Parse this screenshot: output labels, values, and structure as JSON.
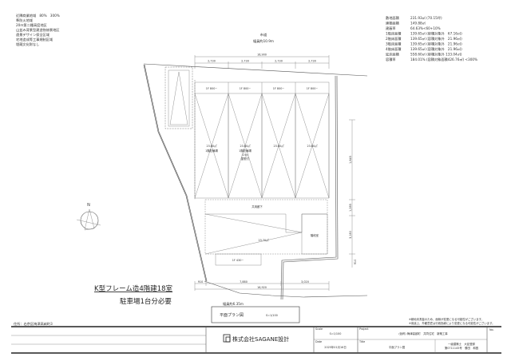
{
  "zoning": [
    "近隣商業地域　80%　300%",
    "準防火地域",
    "20m第二種高度地区",
    "山並み背景型建造物修景地区",
    "遠景デザイン保全区域",
    "宅地造成等工事規制区域",
    "埋蔵文化財なし"
  ],
  "areas": [
    {
      "label": "敷地面積",
      "value": "231.93㎡ (70.15坪)"
    },
    {
      "label": "建築面積",
      "value": "149.88㎡"
    },
    {
      "label": "建蔽率",
      "value": "64.63%<60+10%"
    },
    {
      "label": "1階床面積",
      "value": "139.65㎡ (容積対象外　67.16㎡)"
    },
    {
      "label": "2階床面積",
      "value": "139.65㎡ (容積対象外　21.96㎡)"
    },
    {
      "label": "3階床面積",
      "value": "139.65㎡ (容積対象外　21.96㎡)"
    },
    {
      "label": "4階床面積",
      "value": "139.65㎡ (容積対象外　21.96㎡)"
    },
    {
      "label": "延床面積",
      "value": "558.60㎡ (容積対象外 133.04㎡)"
    },
    {
      "label": "容積率",
      "value": "184.01% (容積対象面積426.76㎡) <300%"
    }
  ],
  "road_top": {
    "name": "市道",
    "width": "幅員約10.9m"
  },
  "road_bottom": {
    "width": "幅員約6.35m"
  },
  "dims": {
    "total_top": "16,900",
    "bays": [
      "2,730",
      "2,730",
      "2,730",
      "2,730"
    ],
    "bottom_left": "910",
    "bottom_mid": "7,880",
    "bottom_right": "3,020",
    "bottom_total": "16,920",
    "right": [
      "1,645",
      "1,285",
      "3,180",
      "910"
    ]
  },
  "units": [
    {
      "head": "1F 800~",
      "area": "23.60㎡",
      "lines": [
        "1階駐輪場"
      ]
    },
    {
      "head": "1F 800~",
      "area": "23.60㎡",
      "lines": [
        "1階駐輪場",
        "(2台)",
        "屋根付"
      ]
    },
    {
      "head": "1F 800~",
      "area": "23.60㎡",
      "lines": []
    },
    {
      "head": "1F 800~",
      "area": "23.60㎡",
      "lines": []
    }
  ],
  "corridor": "共用廊下",
  "lower_area": "23.70㎡",
  "stair": "階段室",
  "small_room": "1F 430~",
  "north": "N",
  "building_desc": "K型フレーム造4階建18室",
  "parking_note": "駐車場1台分必要",
  "plan_title": "平面プラン図",
  "plan_scale": "S=1/100",
  "address": "住所：右京区梅津高畝町3",
  "notes": [
    "※敷地未測量のため、面積が変更になる可能性がございます。",
    "※用途上、外観意匠は行政指導により変更になる可能性がございます。"
  ],
  "title_block": {
    "company": "株式会社SAGANE設計",
    "scale_label": "Scale",
    "scale": "S=1/100",
    "date_label": "Date",
    "date": "2025年01月16日",
    "project_label": "Project",
    "project": "(仮称) 梅津高畝町　共同住宅　新築工事",
    "title_label": "Title",
    "title": "平面プラン図",
    "stamp": [
      "一級建築士　大臣登録",
      "第0711145号　勝田　和昌"
    ],
    "no_label": "No."
  }
}
